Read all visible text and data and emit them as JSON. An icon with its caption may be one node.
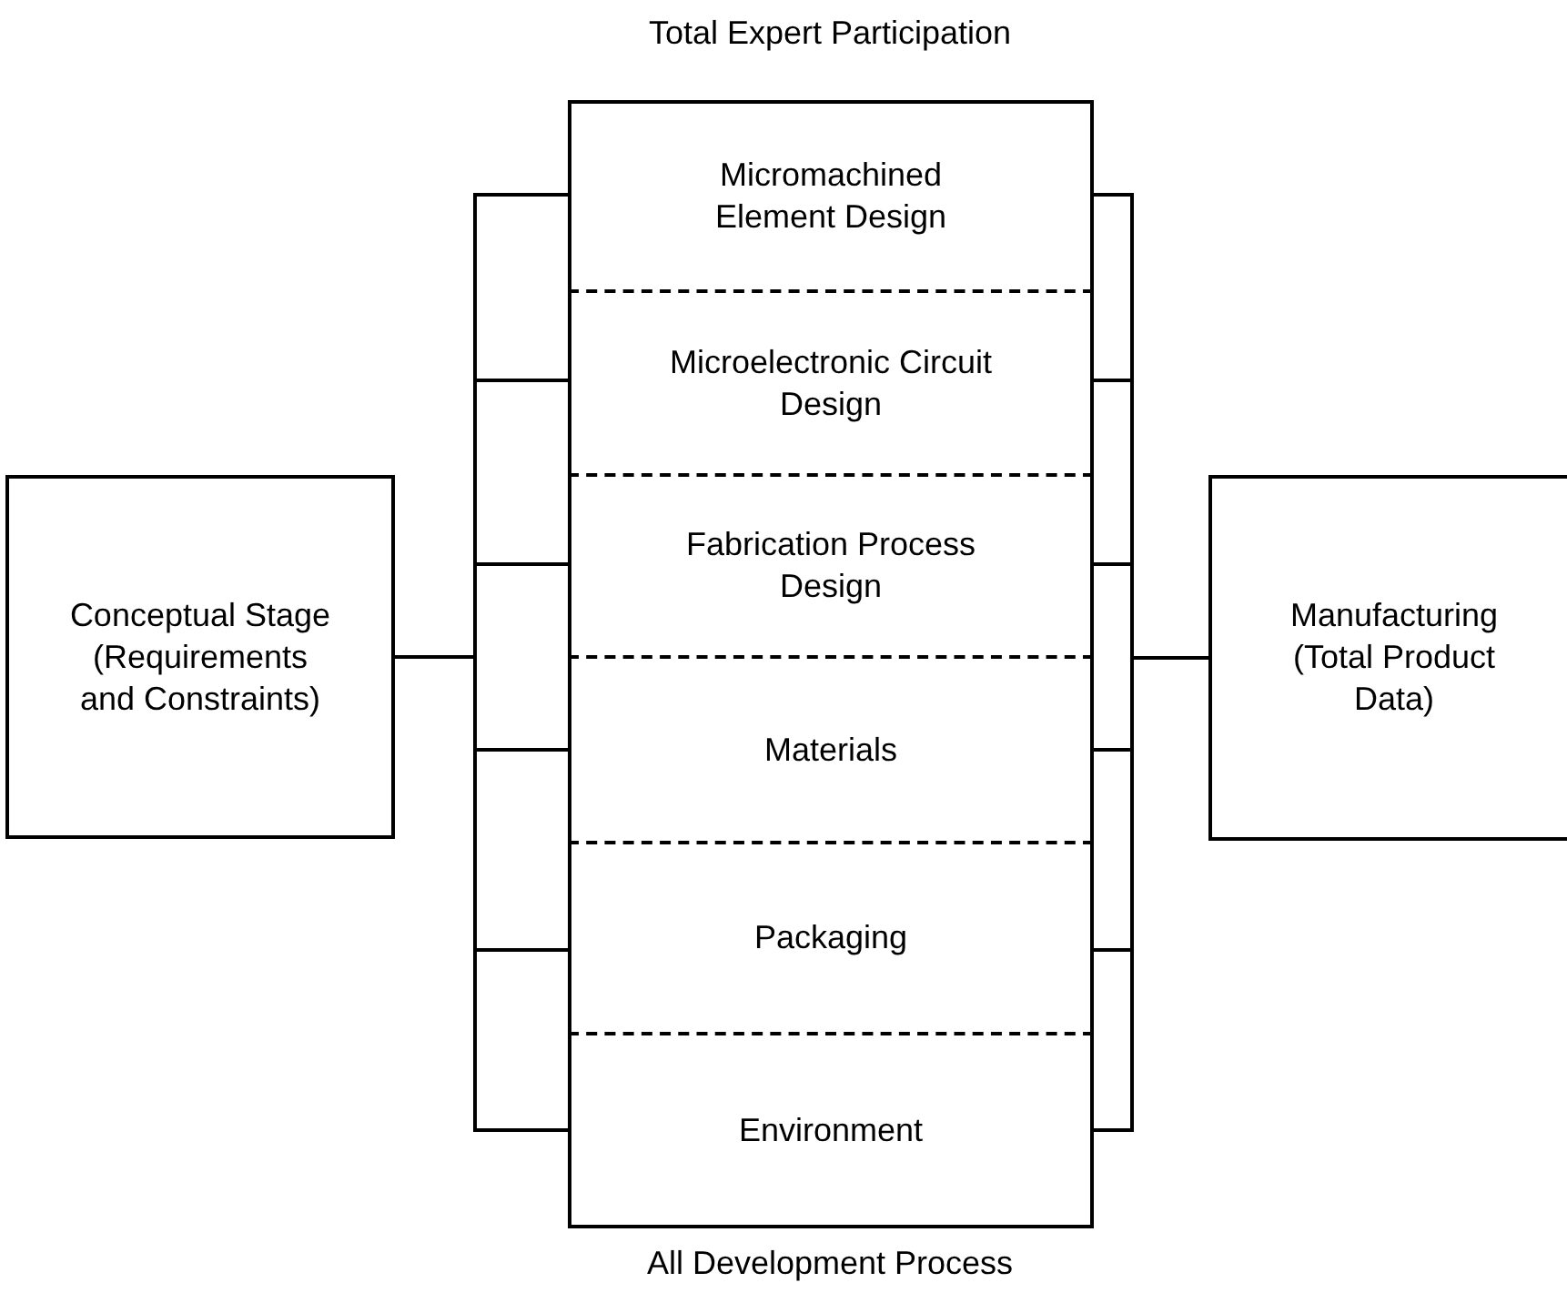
{
  "diagram": {
    "nodes": [
      {
        "text": [
          "Conceptual Stage (Requirements and Constraints)"
        ]
      },
      {
        "text": [
          "Micromachined Element Design"
        ]
      },
      {
        "text": [
          "Microelectronic Circuit Design"
        ]
      },
      {
        "text": [
          "Fabrication Process Design"
        ]
      },
      {
        "text": [
          "Materials"
        ]
      },
      {
        "text": [
          "Packaging"
        ]
      },
      {
        "text": [
          "Environment"
        ]
      },
      {
        "text": [
          "Manufacturing (Total Product Data)"
        ]
      }
    ],
    "edges": [
      {
        "from": 0,
        "to": 1,
        "arrow": "none"
      },
      {
        "from": 0,
        "to": 2,
        "arrow": "none"
      },
      {
        "from": 0,
        "to": 3,
        "arrow": "none"
      },
      {
        "from": 0,
        "to": 4,
        "arrow": "none"
      },
      {
        "from": 0,
        "to": 5,
        "arrow": "none"
      },
      {
        "from": 0,
        "to": 6,
        "arrow": "none"
      },
      {
        "from": 1,
        "to": 7,
        "arrow": "none"
      },
      {
        "from": 2,
        "to": 7,
        "arrow": "none"
      },
      {
        "from": 3,
        "to": 7,
        "arrow": "none"
      },
      {
        "from": 4,
        "to": 7,
        "arrow": "none"
      },
      {
        "from": 5,
        "to": 7,
        "arrow": "none"
      },
      {
        "from": 6,
        "to": 7,
        "arrow": "none"
      }
    ],
    "labels": [
      "Total Expert Participation",
      "All Development Process"
    ]
  }
}
